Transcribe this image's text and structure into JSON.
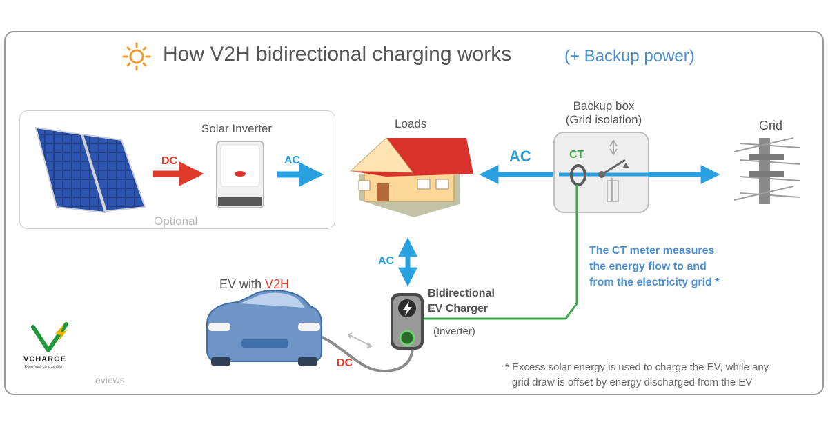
{
  "title": "How V2H bidirectional charging works",
  "subtitle": "(+ Backup power)",
  "solar": {
    "inverter_label": "Solar Inverter",
    "optional_label": "Optional",
    "dc_label": "DC",
    "ac_label": "AC"
  },
  "loads_label": "Loads",
  "backup": {
    "line1": "Backup box",
    "line2": "(Grid isolation)",
    "ct_label": "CT"
  },
  "grid_label": "Grid",
  "house_ac_label": "AC",
  "charger_ac_label": "AC",
  "charger": {
    "line1": "Bidirectional",
    "line2": "EV Charger",
    "line3": "(Inverter)"
  },
  "ev": {
    "label_prefix": "EV with ",
    "label_highlight": "V2H",
    "dc_label": "DC"
  },
  "ct_note": [
    "The CT meter measures",
    "the energy flow to and",
    "from the electricity grid *"
  ],
  "footnote": [
    "* Excess solar energy is used to charge the EV, while any",
    "grid draw is offset by energy discharged from the EV"
  ],
  "brand": {
    "name": "VCHARGE",
    "tagline": "Đồng hành cùng xe điện"
  },
  "watermark_text": "eviews",
  "colors": {
    "arrow_blue": "#29a0e0",
    "dc_red": "#e03a2a",
    "ct_green": "#3aa84a",
    "note_blue": "#4a8ed6",
    "sun_orange": "#f39a2b",
    "roof_red": "#d9322a"
  }
}
